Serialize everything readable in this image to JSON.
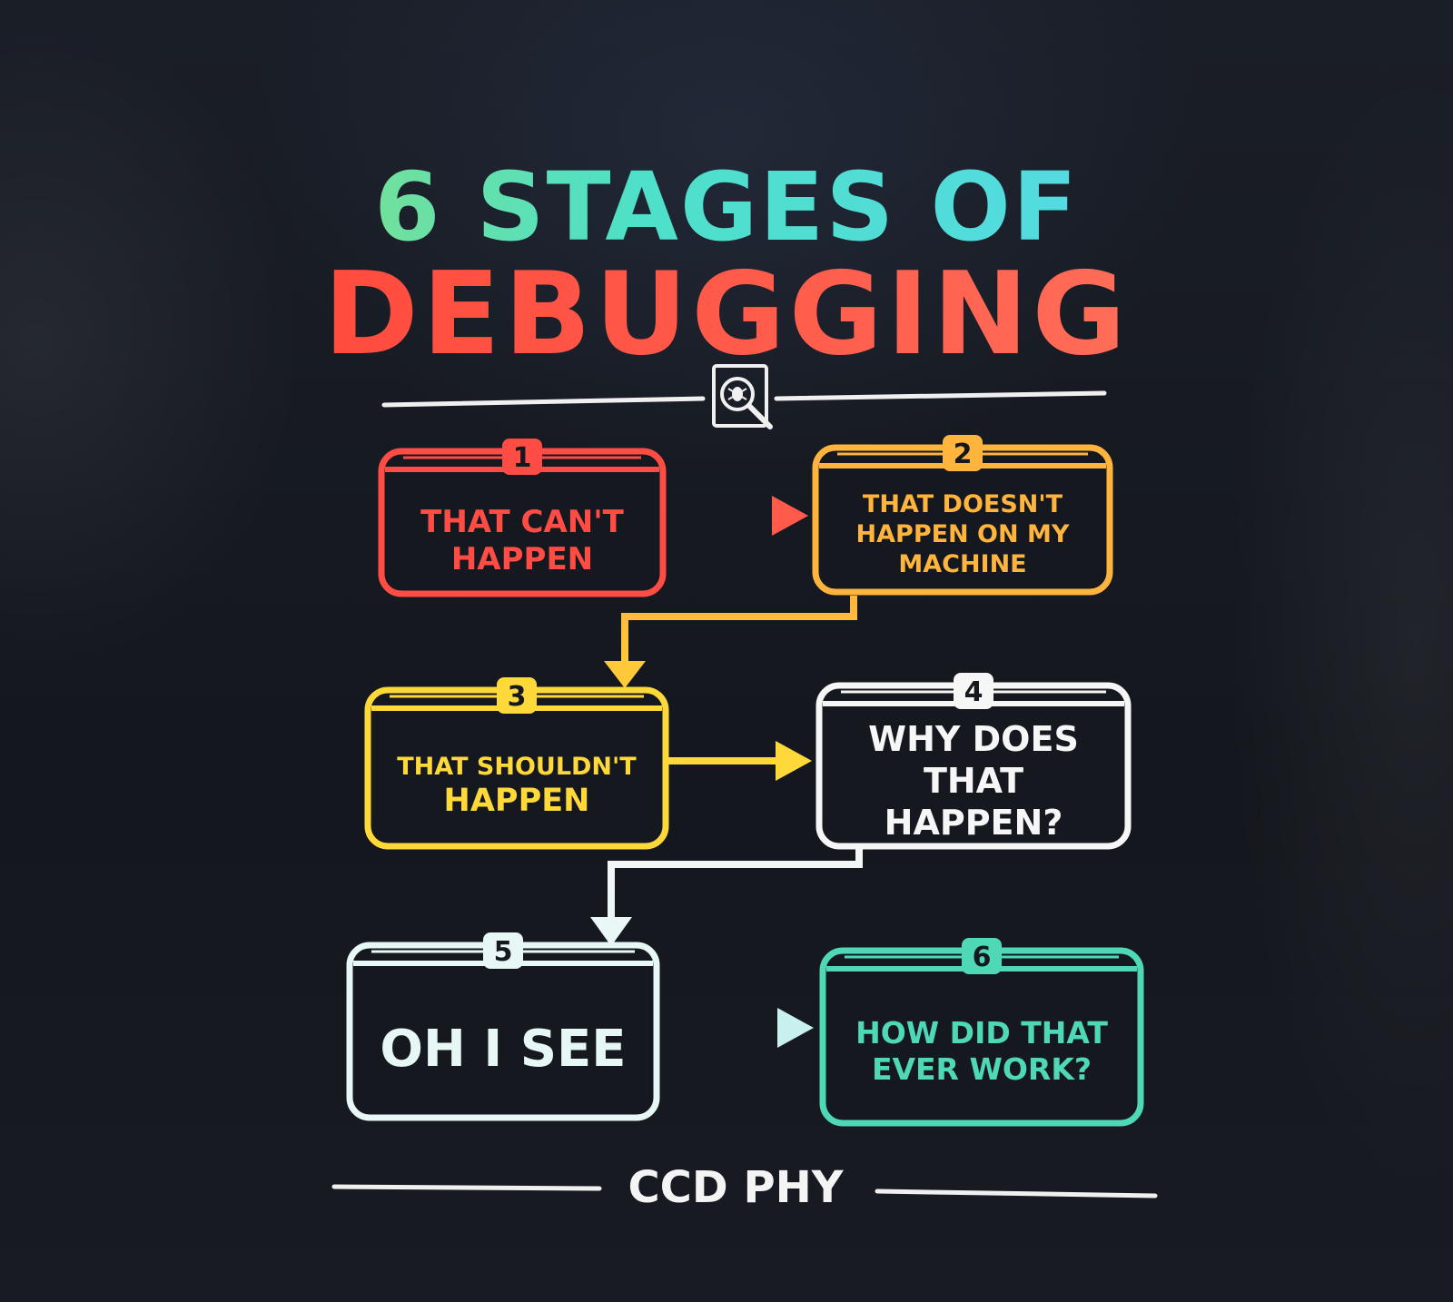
{
  "title": {
    "line1": "6 STAGES OF",
    "line2": "DEBUGGING"
  },
  "stages": [
    {
      "number": "1",
      "lines": [
        "THAT CAN'T",
        "HAPPEN"
      ],
      "color": "#ff4d46"
    },
    {
      "number": "2",
      "lines": [
        "THAT DOESN'T",
        "HAPPEN ON MY",
        "MACHINE"
      ],
      "color": "#ffb53d"
    },
    {
      "number": "3",
      "lines": [
        "THAT SHOULDN'T",
        "HAPPEN"
      ],
      "color": "#ffd93a"
    },
    {
      "number": "4",
      "lines": [
        "WHY DOES",
        "THAT HAPPEN?"
      ],
      "color": "#f6f6f6"
    },
    {
      "number": "5",
      "lines": [
        "OH I SEE"
      ],
      "color": "#e6f7f6"
    },
    {
      "number": "6",
      "lines": [
        "HOW DID THAT",
        "EVER WORK?"
      ],
      "color": "#4fd8b6"
    }
  ],
  "footer": {
    "label": "CCD PHY"
  },
  "icons": {
    "divider": "bug-magnifier-icon",
    "arrows": "arrow-right-icon"
  },
  "colors": {
    "background": "#15181f",
    "divider": "#f0f0f0"
  }
}
